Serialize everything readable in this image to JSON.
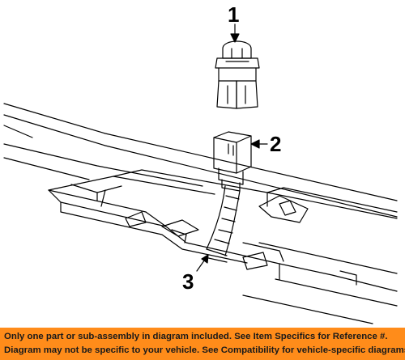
{
  "callouts": [
    {
      "label": "1",
      "part": "bulb"
    },
    {
      "label": "2",
      "part": "socket"
    },
    {
      "label": "3",
      "part": "wiring harness"
    }
  ],
  "notice": {
    "line1": "Only one part or sub-assembly in diagram included. See Item Specifics for Reference #.",
    "line2": "Diagram may not be specific to your vehicle. See Compatibility for vehicle-specific diagrams.",
    "background": "#ff8c1a"
  }
}
